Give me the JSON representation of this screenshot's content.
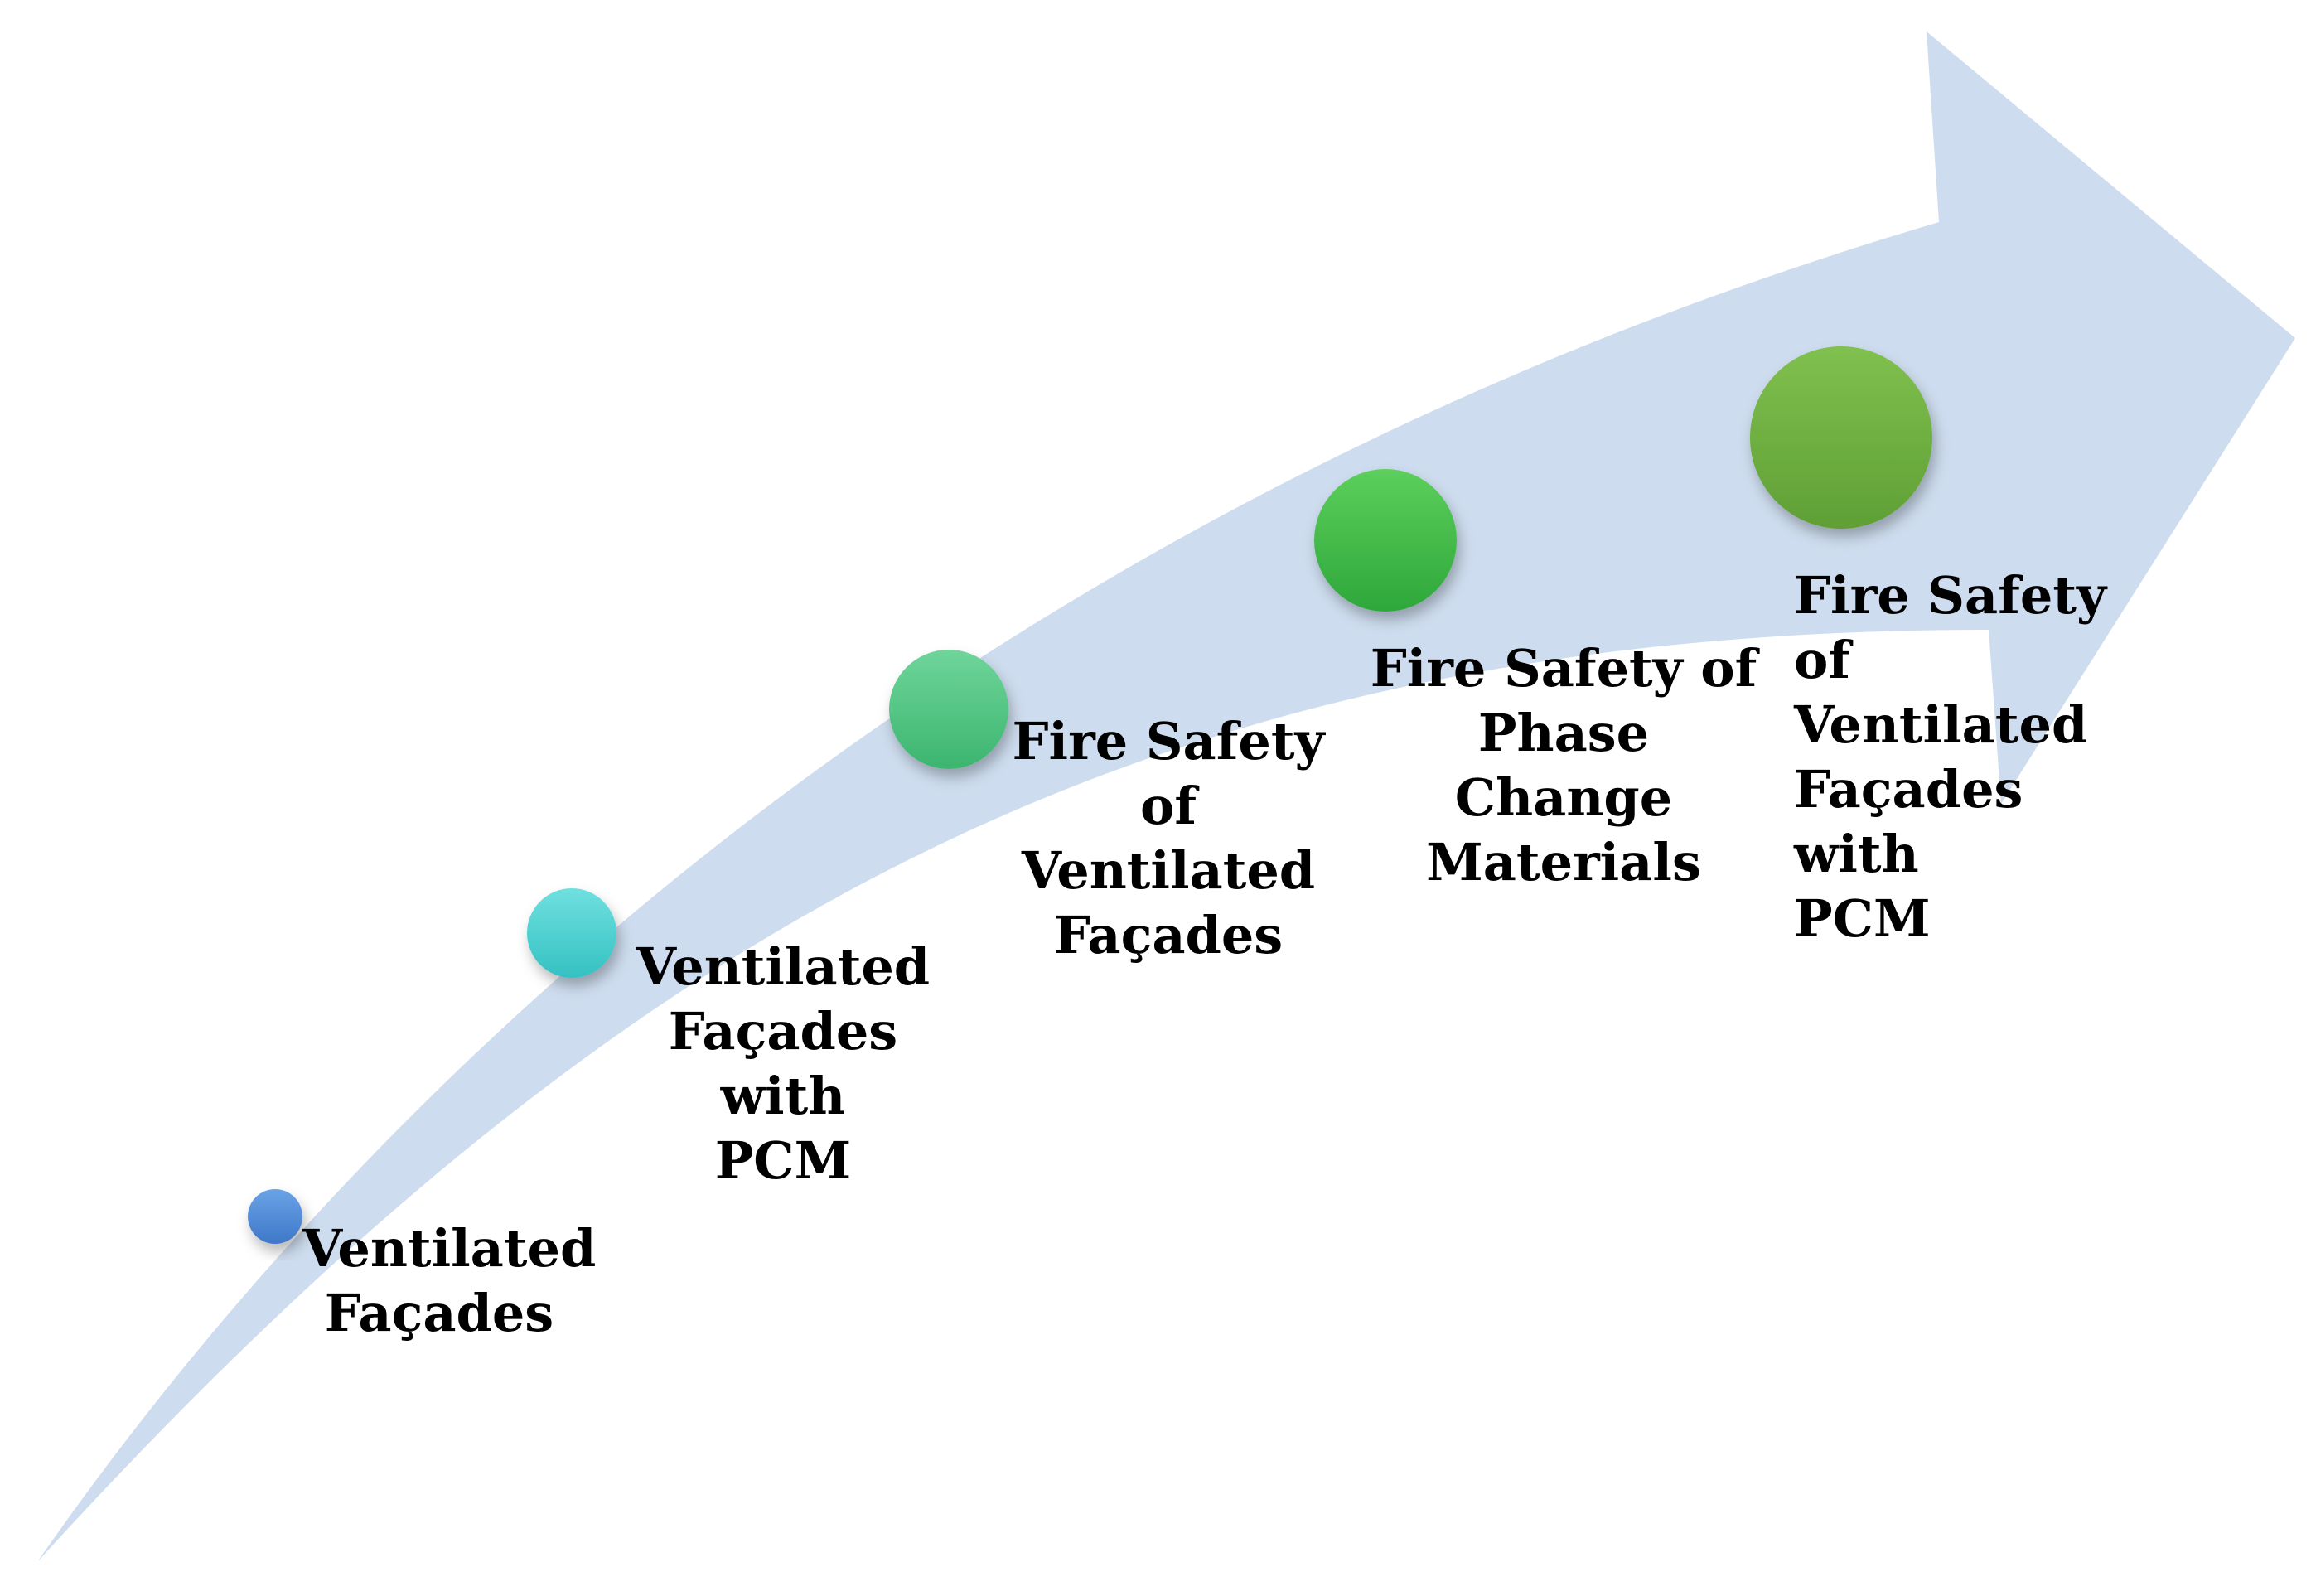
{
  "colors": {
    "arrow_fill": "#cddcee",
    "background": "#ffffff",
    "text": "#000000"
  },
  "stages": [
    {
      "id": "stage-1",
      "label": "Ventilated\nFaçades",
      "color_top": "#6aa3e6",
      "color_bottom": "#3f77c9"
    },
    {
      "id": "stage-2",
      "label": "Ventilated\nFaçades with\nPCM",
      "color_top": "#6fe0df",
      "color_bottom": "#35c1c2"
    },
    {
      "id": "stage-3",
      "label": "Fire Safety of\nVentilated\nFaçades",
      "color_top": "#6fd59a",
      "color_bottom": "#3cb56f"
    },
    {
      "id": "stage-4",
      "label": "Fire Safety of\nPhase Change\nMaterials",
      "color_top": "#5ccf5c",
      "color_bottom": "#2ea73a"
    },
    {
      "id": "stage-5",
      "label": "Fire Safety of\nVentilated\nFaçades with\nPCM",
      "color_top": "#80c04f",
      "color_bottom": "#5f9f35"
    }
  ]
}
